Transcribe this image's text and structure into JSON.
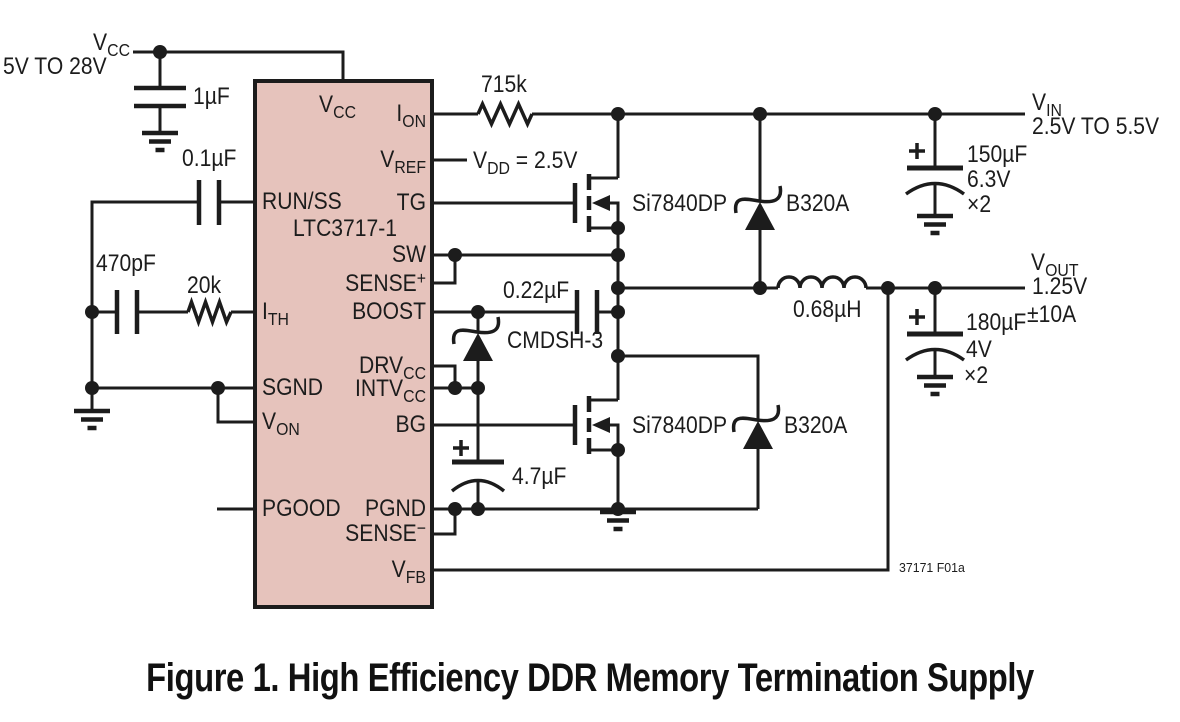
{
  "colors": {
    "ic_fill": "#E6C3BC",
    "line": "#1C1C1C"
  },
  "figure": {
    "caption": "Figure 1. High Efficiency DDR Memory Termination Supply",
    "ref_code": "37171 F01a"
  },
  "ic": {
    "part_number": "LTC3717-1",
    "pins": {
      "vcc": {
        "name": "V",
        "sub": "CC"
      },
      "ion": {
        "name": "I",
        "sub": "ON"
      },
      "vref": {
        "name": "V",
        "sub": "REF"
      },
      "run_ss": {
        "name": "RUN/SS"
      },
      "tg": {
        "name": "TG"
      },
      "sw": {
        "name": "SW"
      },
      "sense_p": {
        "name": "SENSE",
        "sup": "+"
      },
      "ith": {
        "name": "I",
        "sub": "TH"
      },
      "boost": {
        "name": "BOOST"
      },
      "drvcc": {
        "name": "DRV",
        "sub": "CC"
      },
      "sgnd": {
        "name": "SGND"
      },
      "intvcc": {
        "name": "INTV",
        "sub": "CC"
      },
      "von": {
        "name": "V",
        "sub": "ON"
      },
      "bg": {
        "name": "BG"
      },
      "pgood": {
        "name": "PGOOD"
      },
      "pgnd": {
        "name": "PGND"
      },
      "sense_n": {
        "name": "SENSE",
        "sup": "−"
      },
      "vfb": {
        "name": "V",
        "sub": "FB"
      }
    }
  },
  "rails": {
    "vcc": {
      "name": "V",
      "sub": "CC",
      "range": "5V TO 28V"
    },
    "vin": {
      "name": "V",
      "sub": "IN",
      "range": "2.5V TO 5.5V"
    },
    "vout": {
      "name": "V",
      "sub": "OUT",
      "voltage": "1.25V",
      "current": "±10A"
    },
    "vdd": {
      "name": "V",
      "sub": "DD",
      "eq": " = 2.5V"
    }
  },
  "components": {
    "c_vcc": "1µF",
    "c_ss": "0.1µF",
    "c_ith": "470pF",
    "r_ith": "20k",
    "r_ion": "715k",
    "c_boost": "0.22µF",
    "d_boost": "CMDSH-3",
    "c_drv": "4.7µF",
    "q_top": "Si7840DP",
    "q_bottom": "Si7840DP",
    "d_top": "B320A",
    "d_bottom": "B320A",
    "l_out": "0.68µH",
    "c_in": {
      "value": "150µF",
      "rating": "6.3V",
      "qty": "×2"
    },
    "c_out": {
      "value": "180µF",
      "rating": "4V",
      "qty": "×2"
    }
  }
}
